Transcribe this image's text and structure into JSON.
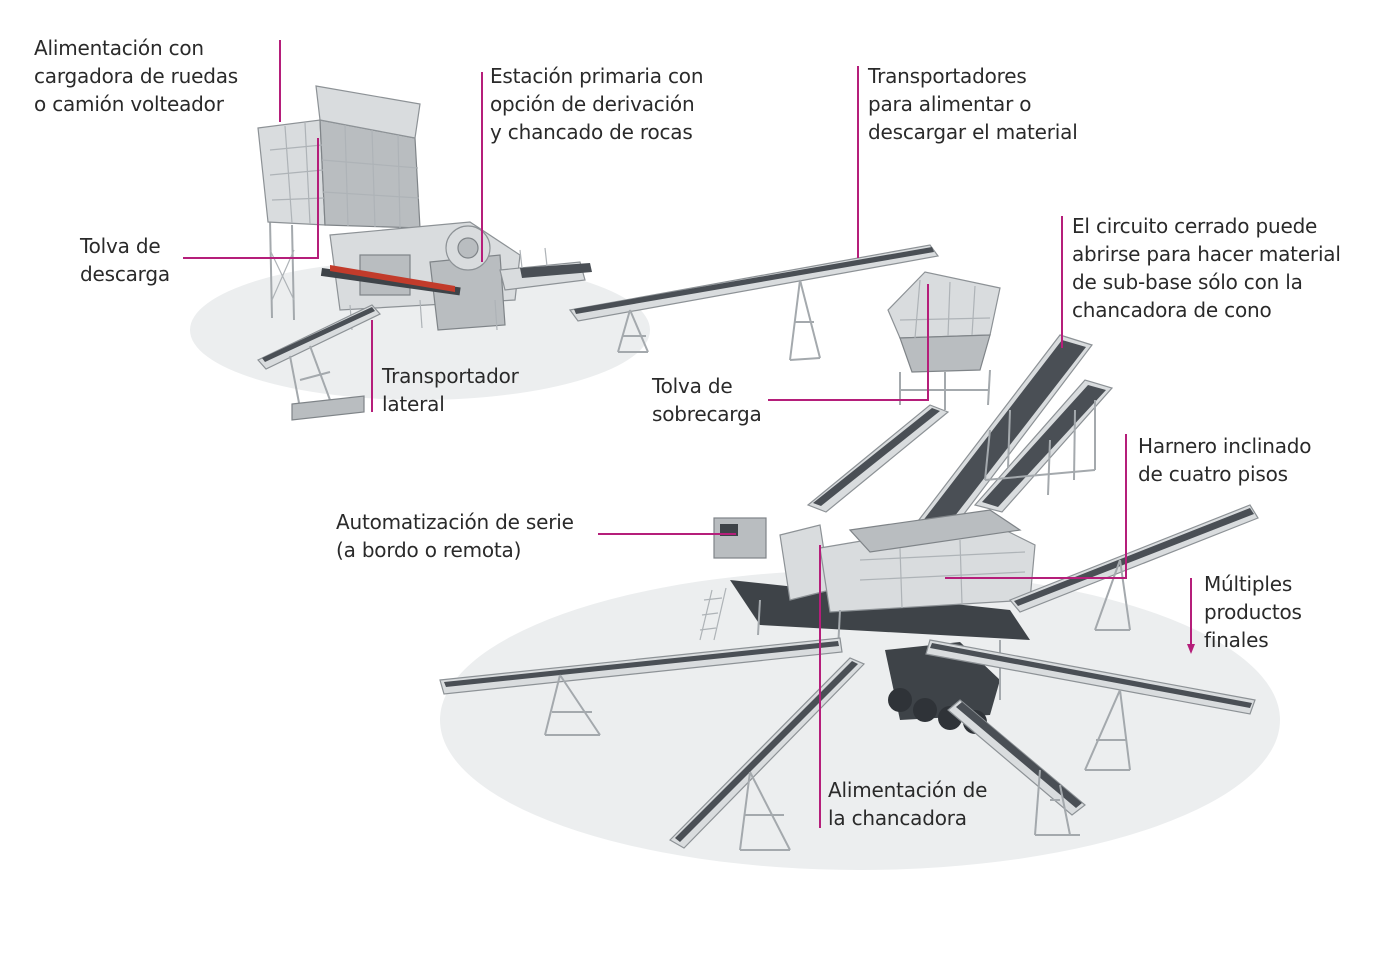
{
  "colors": {
    "leader": "#b51e7a",
    "text": "#2a2a2a",
    "steel": "#d9dcde",
    "belt": "#4a4f55",
    "background": "#ffffff"
  },
  "labels": {
    "feed_loader": [
      "Alimentación con",
      "cargadora de ruedas",
      "o camión volteador"
    ],
    "primary_station": [
      "Estación primaria con",
      "opción de derivación",
      "y chancado de rocas"
    ],
    "feed_conveyors": [
      "Transportadores",
      "para alimentar o",
      "descargar el material"
    ],
    "closed_circuit": [
      "El circuito cerrado puede",
      "abrirse para hacer material",
      "de sub-base sólo con la",
      "chancadora de cono"
    ],
    "discharge_hopper": [
      "Tolva de",
      "descarga"
    ],
    "side_conveyor": [
      "Transportador",
      "lateral"
    ],
    "surge_hopper": [
      "Tolva de",
      "sobrecarga"
    ],
    "inclined_screen": [
      "Harnero inclinado",
      "de cuatro pisos"
    ],
    "automation": [
      "Automatización de serie",
      "(a bordo o remota)"
    ],
    "multiple_products": [
      "Múltiples",
      "productos",
      "finales"
    ],
    "crusher_feed": [
      "Alimentación de",
      "la chancadora"
    ]
  }
}
